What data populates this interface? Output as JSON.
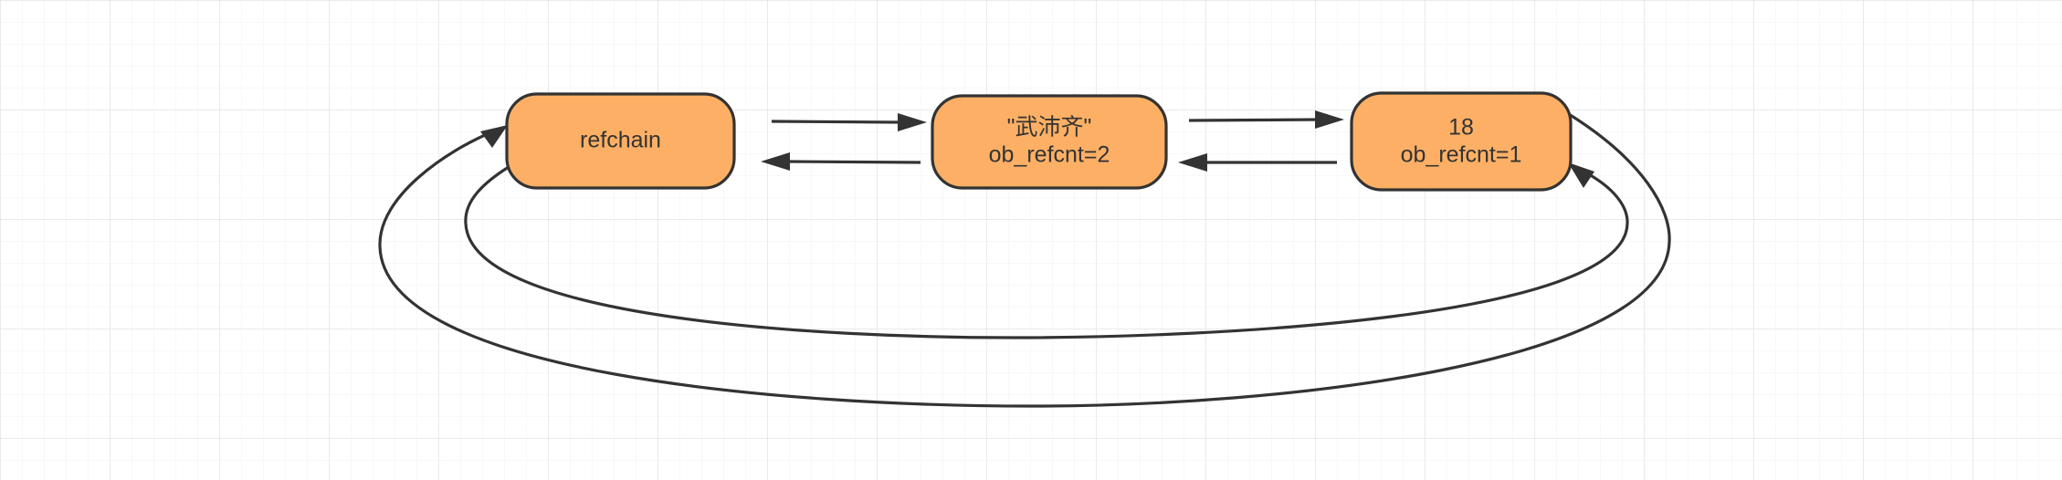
{
  "colors": {
    "node_fill": "#fdb065",
    "stroke": "#333333",
    "grid": "#e9e9e9",
    "background": "#ffffff"
  },
  "nodes": [
    {
      "id": "refchain",
      "lines": [
        "refchain"
      ]
    },
    {
      "id": "string",
      "lines": [
        "\"武沛齐\"",
        "ob_refcnt=2"
      ]
    },
    {
      "id": "int",
      "lines": [
        "18",
        "ob_refcnt=1"
      ]
    }
  ],
  "edges": [
    {
      "from": "refchain",
      "to": "string"
    },
    {
      "from": "string",
      "to": "refchain"
    },
    {
      "from": "string",
      "to": "int"
    },
    {
      "from": "int",
      "to": "string"
    },
    {
      "from": "refchain",
      "to": "int"
    },
    {
      "from": "int",
      "to": "refchain"
    }
  ]
}
